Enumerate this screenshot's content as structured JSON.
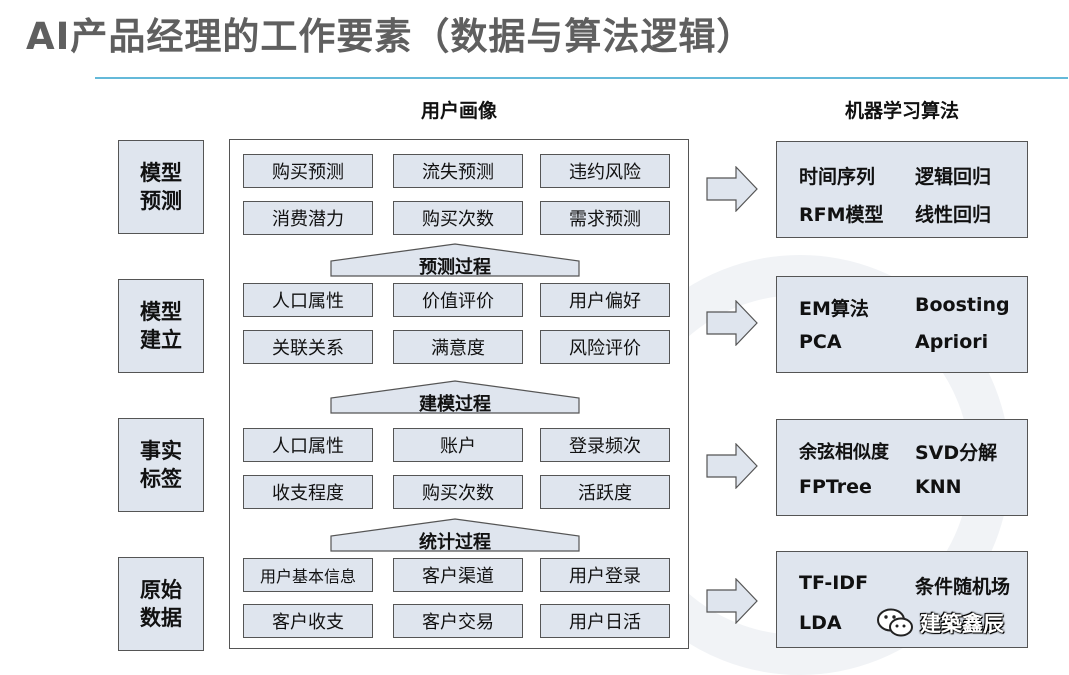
{
  "title": "AI产品经理的工作要素（数据与算法逻辑）",
  "headers": {
    "portrait": "用户画像",
    "algorithms": "机器学习算法"
  },
  "stages": [
    {
      "line1": "模型",
      "line2": "预测"
    },
    {
      "line1": "模型",
      "line2": "建立"
    },
    {
      "line1": "事实",
      "line2": "标签"
    },
    {
      "line1": "原始",
      "line2": "数据"
    }
  ],
  "portrait_groups": [
    {
      "rows": [
        [
          "购买预测",
          "流失预测",
          "违约风险"
        ],
        [
          "消费潜力",
          "购买次数",
          "需求预测"
        ]
      ]
    },
    {
      "rows": [
        [
          "人口属性",
          "价值评价",
          "用户偏好"
        ],
        [
          "关联关系",
          "满意度",
          "风险评价"
        ]
      ]
    },
    {
      "rows": [
        [
          "人口属性",
          "账户",
          "登录频次"
        ],
        [
          "收支程度",
          "购买次数",
          "活跃度"
        ]
      ]
    },
    {
      "rows": [
        [
          "用户基本信息",
          "客户渠道",
          "用户登录"
        ],
        [
          "客户收支",
          "客户交易",
          "用户日活"
        ]
      ]
    }
  ],
  "processes": [
    "预测过程",
    "建模过程",
    "统计过程"
  ],
  "algorithm_groups": [
    {
      "items": [
        "时间序列",
        "逻辑回归",
        "RFM模型",
        "线性回归"
      ]
    },
    {
      "items": [
        "EM算法",
        "Boosting",
        "PCA",
        "Apriori"
      ]
    },
    {
      "items": [
        "余弦相似度",
        "SVD分解",
        "FPTree",
        "KNN"
      ]
    },
    {
      "items": [
        "TF-IDF",
        "条件随机场",
        "LDA",
        ""
      ]
    }
  ],
  "watermark": {
    "name": "建築鑫辰",
    "icon": "wechat-icon"
  },
  "colors": {
    "box_fill": "#dfe5ee",
    "title_gray": "#5f5f5f",
    "rule_blue": "#64b9d9"
  }
}
